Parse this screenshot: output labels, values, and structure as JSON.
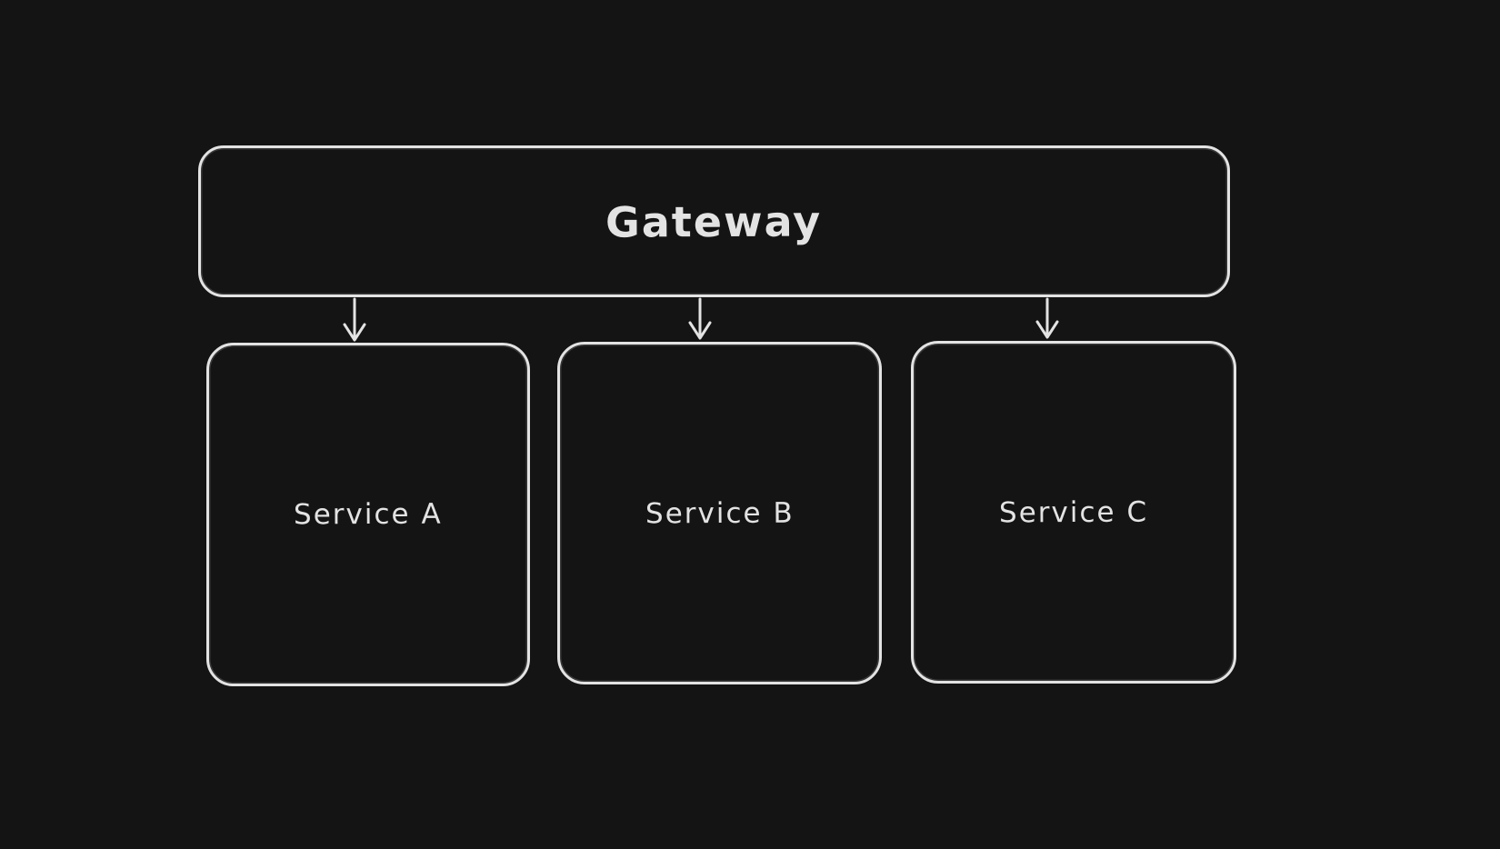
{
  "canvas": {
    "background": "#141414",
    "stroke_color": "#e3e3e3",
    "style": "hand-drawn-whiteboard-dark"
  },
  "diagram": {
    "nodes": [
      {
        "id": "gateway",
        "label": "Gateway",
        "shape": "rounded-rectangle"
      },
      {
        "id": "service-a",
        "label": "Service A",
        "shape": "rounded-rectangle"
      },
      {
        "id": "service-b",
        "label": "Service B",
        "shape": "rounded-rectangle"
      },
      {
        "id": "service-c",
        "label": "Service C",
        "shape": "rounded-rectangle"
      }
    ],
    "edges": [
      {
        "from": "Gateway",
        "to": "Service A",
        "type": "arrow-down"
      },
      {
        "from": "Gateway",
        "to": "Service B",
        "type": "arrow-down"
      },
      {
        "from": "Gateway",
        "to": "Service C",
        "type": "arrow-down"
      }
    ]
  }
}
